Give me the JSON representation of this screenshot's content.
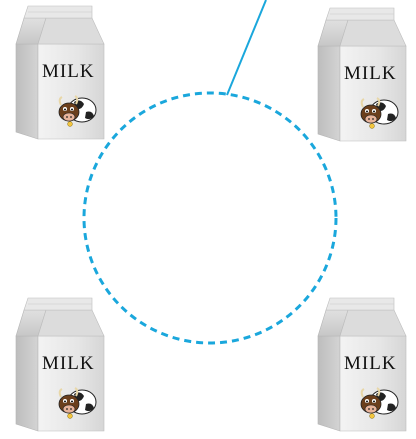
{
  "cartons": [
    {
      "id": "top-left",
      "label": "MILK",
      "icon": "cow-icon"
    },
    {
      "id": "top-right",
      "label": "MILK",
      "icon": "cow-icon"
    },
    {
      "id": "bottom-left",
      "label": "MILK",
      "icon": "cow-icon"
    },
    {
      "id": "bottom-right",
      "label": "MILK",
      "icon": "cow-icon"
    }
  ],
  "colors": {
    "circle_stroke": "#1aa7dc",
    "pointer_line": "#1aa7dc",
    "carton_front": "#e9e9e9",
    "carton_side": "#cfcfcf",
    "carton_top": "#d8d8d8"
  }
}
